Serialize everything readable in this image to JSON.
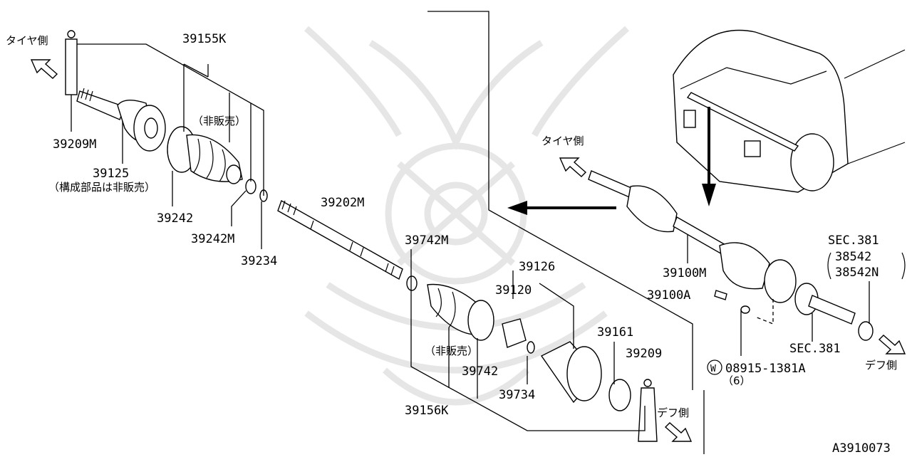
{
  "colors": {
    "ink": "#000000",
    "paper": "#ffffff",
    "watermark": "#e6e6e6"
  },
  "labels": {
    "tire_side_left": "タイヤ側",
    "tire_side_right": "タイヤ側",
    "diff_side_left": "デフ側",
    "diff_side_right": "デフ側",
    "not_sold_1": "（非販売）",
    "not_sold_2": "（非販売）",
    "components_not_sold": "（構成部品は非販売）",
    "p39155K": "39155K",
    "p39209M": "39209M",
    "p39125": "39125",
    "p39242": "39242",
    "p39242M": "39242M",
    "p39234": "39234",
    "p39202M": "39202M",
    "p39742M": "39742M",
    "p39126": "39126",
    "p39120": "39120",
    "p39161": "39161",
    "p39209": "39209",
    "p39742": "39742",
    "p39734": "39734",
    "p39156K": "39156K",
    "p39100M": "39100M",
    "p39100A": "39100A",
    "washer_symbol": "W",
    "p08915": "08915-1381A",
    "qty6": "（6）",
    "sec381_top": "SEC.381",
    "p38542": "38542",
    "p38542N": "38542N",
    "sec381_bottom": "SEC.381",
    "figure_code": "A3910073"
  }
}
